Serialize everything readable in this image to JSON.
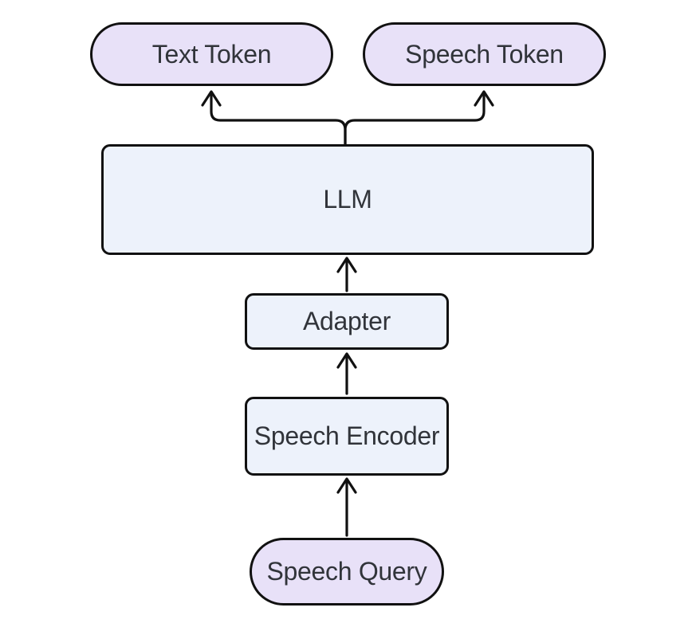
{
  "diagram": {
    "type": "flowchart",
    "direction": "bottom-to-top",
    "nodes": {
      "text_token": {
        "label": "Text Token",
        "shape": "stadium",
        "fill_key": "token_fill"
      },
      "speech_token": {
        "label": "Speech Token",
        "shape": "stadium",
        "fill_key": "token_fill"
      },
      "llm": {
        "label": "LLM",
        "shape": "rounded-rect",
        "fill_key": "module_fill"
      },
      "adapter": {
        "label": "Adapter",
        "shape": "rounded-rect",
        "fill_key": "module_fill"
      },
      "speech_encoder": {
        "label": "Speech Encoder",
        "shape": "rounded-rect",
        "fill_key": "module_fill"
      },
      "speech_query": {
        "label": "Speech Query",
        "shape": "stadium",
        "fill_key": "token_fill"
      }
    },
    "edges": [
      {
        "from": "speech_query",
        "to": "speech_encoder",
        "style": "arrow-up"
      },
      {
        "from": "speech_encoder",
        "to": "adapter",
        "style": "arrow-up"
      },
      {
        "from": "adapter",
        "to": "llm",
        "style": "arrow-up"
      },
      {
        "from": "llm",
        "to": "text_token",
        "style": "arrow-up-branch"
      },
      {
        "from": "llm",
        "to": "speech_token",
        "style": "arrow-up-branch"
      }
    ]
  },
  "colors": {
    "token_fill": "#e8e1f8",
    "module_fill": "#edf2fb",
    "border": "#111111",
    "arrow": "#111111",
    "text": "#31343a",
    "background": "#ffffff"
  }
}
